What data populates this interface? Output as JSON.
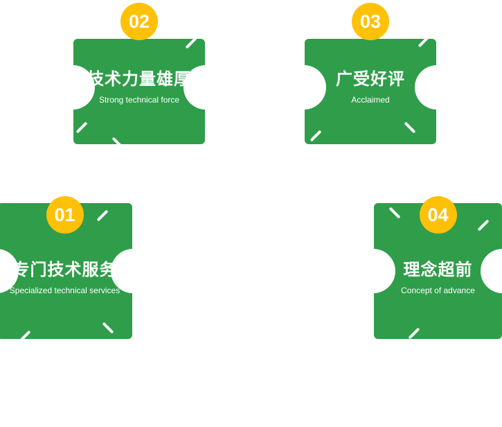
{
  "colors": {
    "green": "#2f9d4a",
    "yellow": "#ffc107",
    "text": "#ffffff"
  },
  "features": [
    {
      "id": "01",
      "title": "专门技术服务",
      "subtitle": "Specialized technical services"
    },
    {
      "id": "02",
      "title": "技术力量雄厚",
      "subtitle": "Strong technical force"
    },
    {
      "id": "03",
      "title": "广受好评",
      "subtitle": "Acclaimed"
    },
    {
      "id": "04",
      "title": "理念超前",
      "subtitle": "Concept of advance"
    }
  ]
}
